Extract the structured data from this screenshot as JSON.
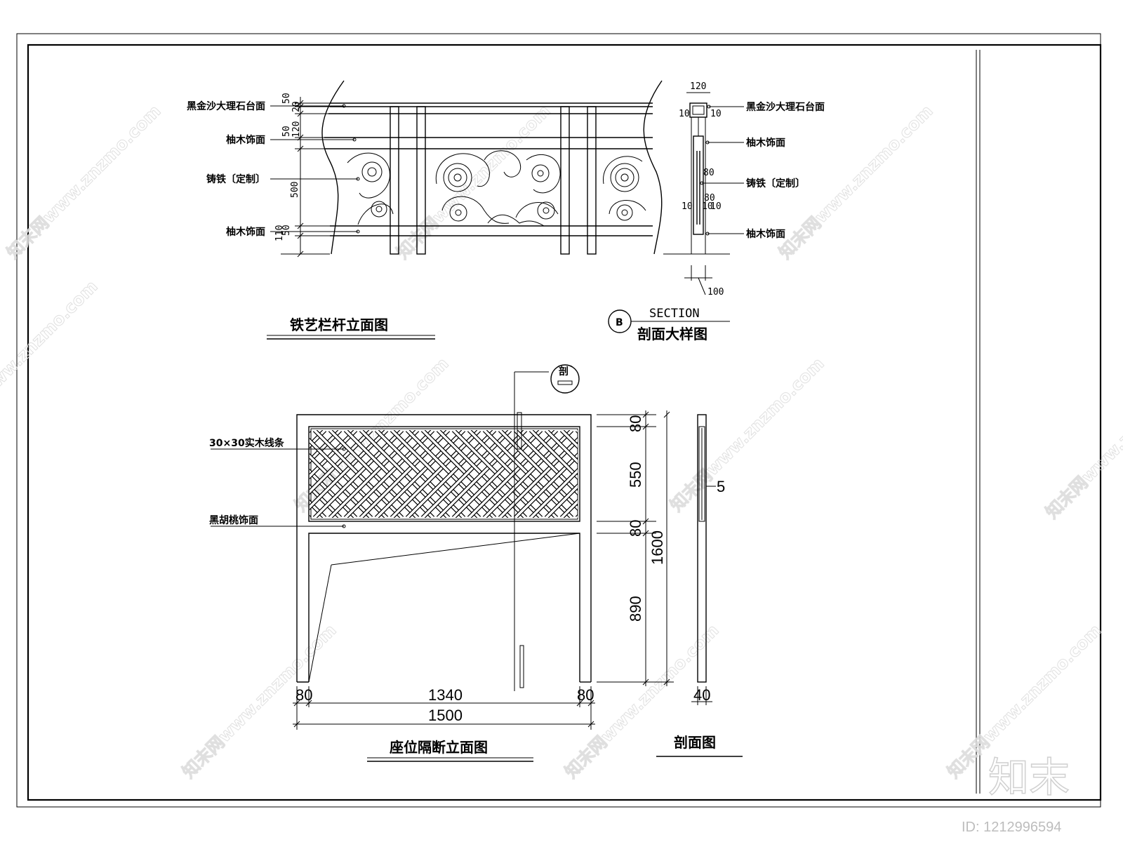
{
  "watermark": {
    "text": "知末网www.znzmo.com",
    "logo": "知末",
    "id_label": "ID: 1212996594"
  },
  "railing": {
    "title": "铁艺栏杆立面图",
    "notes": [
      "黑金沙大理石台面",
      "柚木饰面",
      "铸铁〔定制〕",
      "柚木饰面"
    ],
    "dims": [
      "50",
      "20",
      "50",
      "120",
      "500",
      "50",
      "110"
    ]
  },
  "section_b": {
    "marker": "B",
    "title_en": "SECTION",
    "title_cn": "剖面大样图",
    "notes": [
      "黑金沙大理石台面",
      "柚木饰面",
      "铸铁〔定制〕",
      "柚木饰面"
    ],
    "dims": [
      "120",
      "10",
      "10",
      "80",
      "10",
      "80",
      "10",
      "10",
      "100"
    ]
  },
  "partition": {
    "title": "座位隔断立面图",
    "cut_marker": "剖",
    "notes": [
      "30×30实木线条",
      "黑胡桃饰面"
    ],
    "dims_right": [
      "80",
      "550",
      "80",
      "890"
    ],
    "dim_total": "1600",
    "dims_bottom": [
      "80",
      "1340",
      "80"
    ],
    "dim_bottom_total": "1500"
  },
  "partition_section": {
    "title": "剖面图",
    "dim_side": "5",
    "dim_bottom": "40"
  }
}
